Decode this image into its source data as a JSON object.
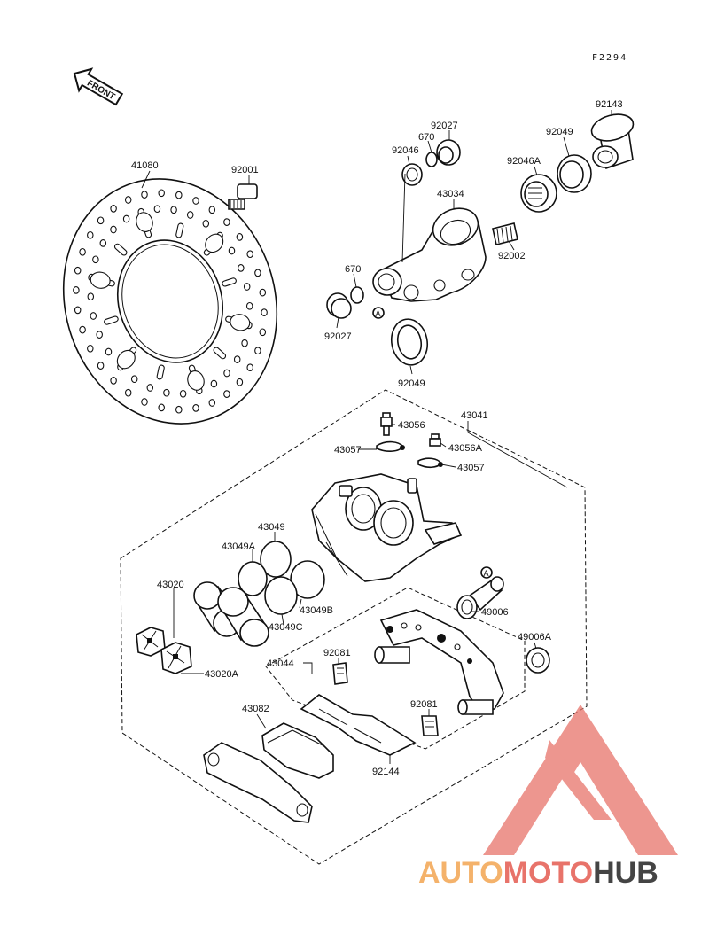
{
  "diagram": {
    "code": "F2294",
    "front_label": "FRONT",
    "callout_marker": "A",
    "parts": {
      "disc": "41080",
      "disc_bolt": "92001",
      "seal_top": "92027",
      "oring_top": "670",
      "bearing_small": "92046",
      "bracket": "43034",
      "bearing_a": "92046A",
      "seal_right": "92049",
      "collar": "92143",
      "bolt_right": "92002",
      "oring_left": "670",
      "seal_left": "92027",
      "seal_bottom": "92049",
      "caliper_assy": "43041",
      "bleeder": "43056",
      "bleeder_a": "43056A",
      "cap_left": "43057",
      "cap_right": "43057",
      "seal_piston": "43049",
      "seal_piston_a": "43049A",
      "seal_piston_b": "43049B",
      "seal_piston_c": "43049C",
      "piston": "43020",
      "piston_a": "43020A",
      "holder": "43044",
      "pin": "49006",
      "boot": "49006A",
      "spring_top": "92081",
      "spring_bottom": "92081",
      "pad": "43082",
      "spring_pad": "92144"
    }
  },
  "watermark": {
    "part1": "AUTO",
    "part2": "MOTO",
    "part3": "HUB",
    "color1": "#f4b26b",
    "color2": "#e8736a",
    "color3": "#444444"
  }
}
